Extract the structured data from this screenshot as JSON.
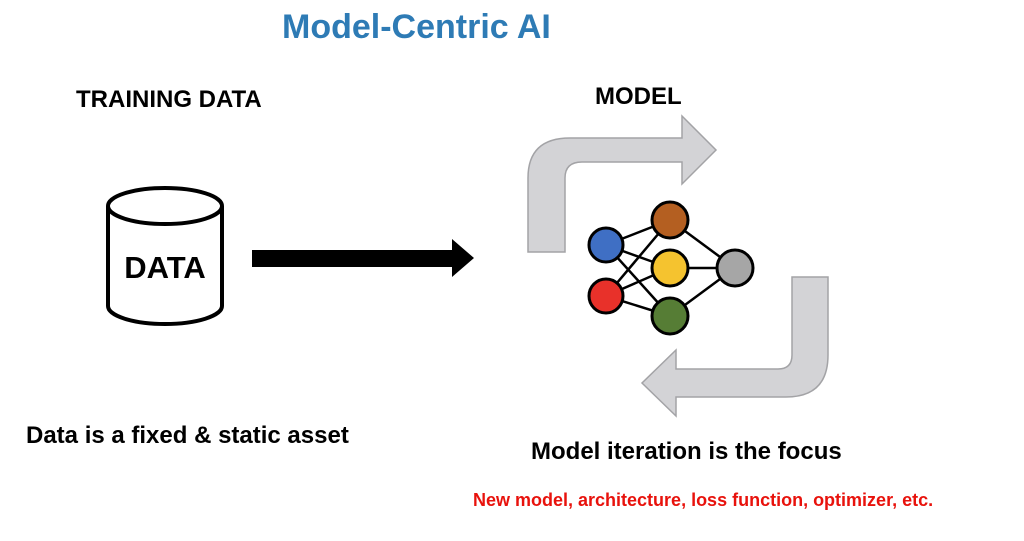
{
  "title": "Model-Centric AI",
  "training_label": "TRAINING DATA",
  "model_label": "MODEL",
  "cylinder_label": "DATA",
  "data_caption": "Data is a fixed & static asset",
  "model_caption": "Model iteration is the focus",
  "footnote": "New model, architecture, loss function, optimizer, etc.",
  "colors": {
    "title": "#2e7bb5",
    "footnote": "#e8120c",
    "loop_arrow_fill": "#d3d3d6",
    "loop_arrow_stroke": "#a3a3a6",
    "node_blue": "#3f6fc4",
    "node_red": "#e8312a",
    "node_brown": "#b45f21",
    "node_yellow": "#f5c32f",
    "node_green": "#567d35",
    "node_gray": "#a6a6a6"
  },
  "icons": {
    "database": "database-cylinder-icon",
    "flow_arrow": "arrow-right-icon",
    "loop_arrow_top": "curved-arrow-right-icon",
    "loop_arrow_bottom": "curved-arrow-left-icon",
    "network": "neural-network-icon"
  }
}
